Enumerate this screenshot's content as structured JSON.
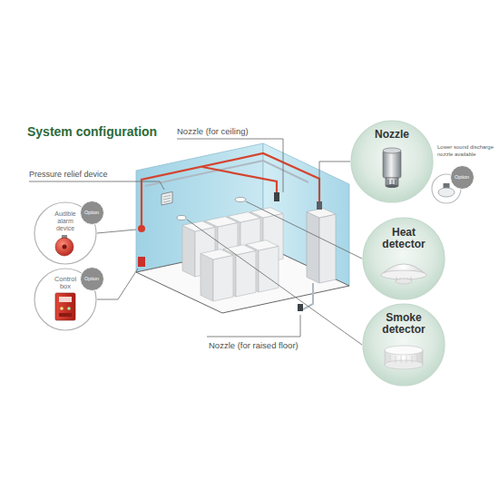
{
  "diagram": {
    "title": "System configuration",
    "nodes": [
      {
        "text": [
          "Audible alarm device",
          "Option"
        ]
      },
      {
        "text": [
          "Control box",
          "Option"
        ]
      },
      {
        "text": [
          "Nozzle"
        ]
      },
      {
        "text": [
          "Lower sound discharge nozzle available",
          "Option"
        ]
      },
      {
        "text": [
          "Heat detector"
        ]
      },
      {
        "text": [
          "Smoke detector"
        ]
      }
    ],
    "labels": [
      "Nozzle (for ceiling)",
      "Pressure relief device",
      "Nozzle (for raised floor)"
    ]
  }
}
